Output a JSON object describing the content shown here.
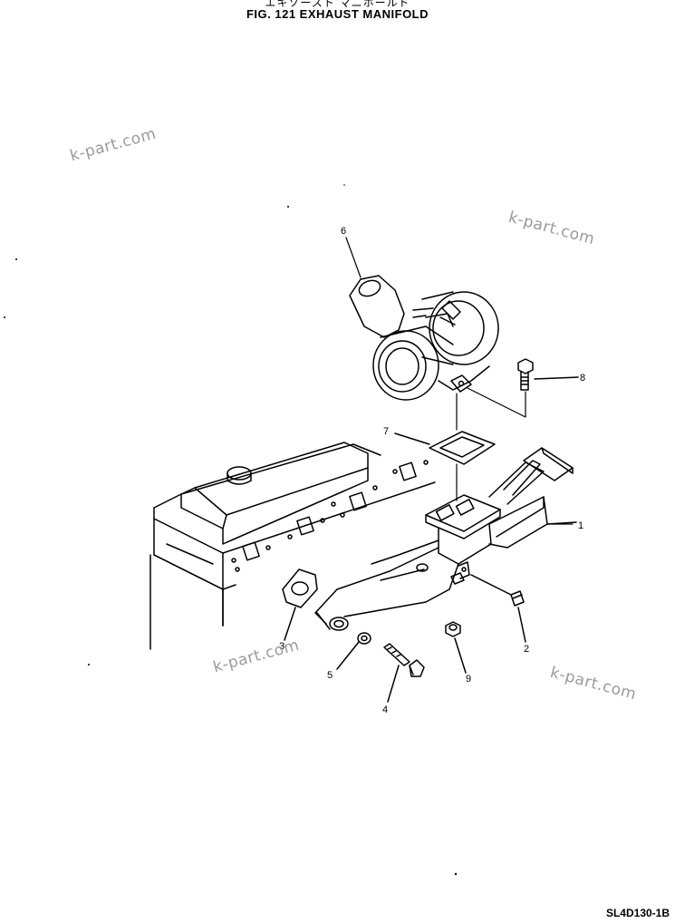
{
  "header": {
    "title_jp": "エキゾースト マニホールド",
    "title": "FIG. 121  EXHAUST  MANIFOLD"
  },
  "drawing_code": "SL4D130-1B",
  "watermark": "k-part.com",
  "callouts": {
    "c1": "1",
    "c2": "2",
    "c3": "3",
    "c4": "4",
    "c5": "5",
    "c6": "6",
    "c7": "7",
    "c8": "8",
    "c9": "9"
  }
}
